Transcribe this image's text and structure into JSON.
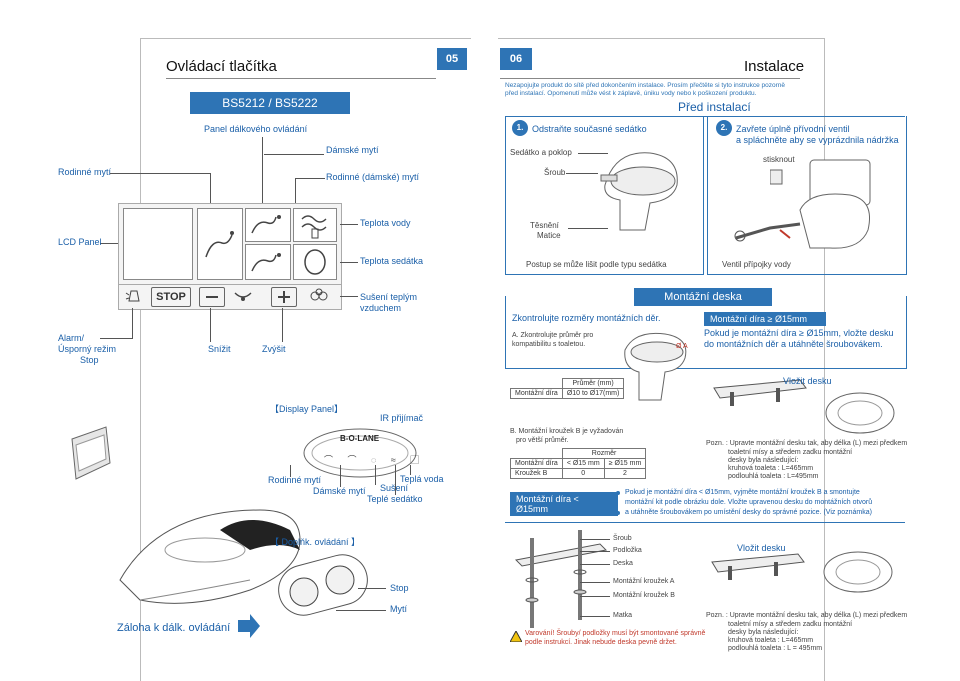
{
  "left_page": {
    "title": "Ovládací tlačítka",
    "page_number": "05",
    "model_banner": "BS5212 / BS5222",
    "remote_panel_label": "Panel dálkového ovládání",
    "labels": {
      "dam": "Dámské mytí",
      "rodinne": "Rodinné mytí",
      "rodinne_damske": "Rodinné (dámské) mytí",
      "teplota_vody": "Teplota vody",
      "lcd_panel": "LCD Panel",
      "teplota_sedatka": "Teplota sedátka",
      "suseni_line1": "Sušení teplým",
      "suseni_line2": "vzduchem",
      "alarm_line1": "Alarm/",
      "alarm_line2": "Úsporný režim",
      "alarm_line3": "Stop",
      "snizit": "Snížit",
      "zvysit": "Zvýšit",
      "stop_button": "STOP"
    },
    "display_panel_title": "【Display Panel】",
    "display_labels": {
      "ir": "IR přijímač",
      "logo": "B-O-LANE",
      "rodinne": "Rodinné mytí",
      "tepla_voda": "Teplá voda",
      "damske": "Dámské mytí",
      "suseni": "Sušení",
      "teple_sedatko": "Teplé sedátko"
    },
    "doplnk_title": "【 Doplňk. ovládání 】",
    "doplnk_labels": {
      "stop": "Stop",
      "myti": "Mytí"
    },
    "backup_label": "Záloha k dálk. ovládání",
    "accent_color": "#2e74b5"
  },
  "right_page": {
    "page_number": "06",
    "title": "Instalace",
    "warning_line1": "Nezapojujte produkt do sítě před dokončením instalace. Prosím přečtěte si tyto instrukce pozorně",
    "warning_line2": "před instalací. Opomenutí může vést k záplavě, úniku vody nebo k poškození produktu.",
    "pred_instalaci": "Před instalací",
    "step1_num": "1.",
    "step1": "Odstraňte současné sedátko",
    "sedatko_poklop": "Sedátko a poklop",
    "sroub": "Šroub",
    "tesneni": "Těsnění",
    "matice": "Matice",
    "postup": "Postup se může lišit podle typu sedátka",
    "step2_num": "2.",
    "step2_line1": "Zavřete úplně přívodní ventil",
    "step2_line2": "a spláchněte aby se vyprázdnila nádržka",
    "stisknout": "stisknout",
    "ventil": "Ventil přípojky vody",
    "montazni_deska": "Montážní deska",
    "zkontrolujte": "Zkontrolujte rozměry montážních děr.",
    "a_line1": "A. Zkontrolujte průměr pro",
    "a_line2": "kompatibilitu s toaletou.",
    "phi_a": "Ø A",
    "mont_dira_15": "Montážní díra ≥ Ø15mm",
    "pokud_line1": "Pokud je montážní díra ≥ Ø15mm, vložte desku",
    "pokud_line2": "do montážních děr a utáhněte šroubovákem.",
    "prumer_header": "Průměr (mm)",
    "prumer_row_label": "Montážní díra",
    "prumer_row_value": "Ø10 to Ø17(mm)",
    "vlozit_desku": "Vložit desku",
    "b_line1": "B. Montážní kroužek B je vyžadován",
    "b_line2": "pro větší průměr.",
    "rozmer": "Rozměr",
    "row1_label": "Montážní díra",
    "row1_v1": "< Ø15 mm",
    "row1_v2": "≥ Ø15 mm",
    "row2_label": "Kroužek B",
    "row2_v1": "0",
    "row2_v2": "2",
    "pozn1_line1": "Pozn. : Upravte montážní desku tak, aby délka (L) mezi předkem",
    "pozn1_line2": "toaletní mísy a středem zadku montážní",
    "pozn1_line3": "desky byla následující:",
    "pozn1_line4": "kruhová toaleta : L=465mm",
    "pozn1_line5": "podlouhlá toaleta : L=495mm",
    "mont_dira_lt15": "Montážní díra < Ø15mm",
    "bullet1": "Pokud je montážní díra < Ø15mm, vyjměte montážní kroužek B a smontujte",
    "bullet2": "montážní kit podle obrázku dole. Vložte upravenou desku do montážních otvorů",
    "bullet3": "a utáhněte šroubovákem po umístění desky do správné pozice. (Viz poznámka)",
    "parts": [
      "Šroub",
      "Podložka",
      "Deska",
      "Montážní kroužek A",
      "Montážní kroužek B",
      "Matka"
    ],
    "vlozit_desku2": "Vložit desku",
    "varovani_line1": "Varování! Šrouby/ podložky musí být smontované správně",
    "varovani_line2": "podle instrukcí. Jinak nebude deska pevně držet.",
    "pozn2_line1": "Pozn. : Upravte montážní desku tak, aby délka (L) mezi předkem",
    "pozn2_line2": "toaletní mísy a středem zadku montážní",
    "pozn2_line3": "desky byla následující:",
    "pozn2_line4": "kruhová toaleta : L=465mm",
    "pozn2_line5": "podlouhlá toaleta : L = 495mm"
  }
}
